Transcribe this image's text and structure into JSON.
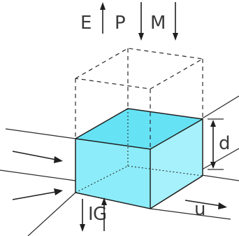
{
  "labels": {
    "evaporation": "E",
    "precipitation": "P",
    "melt": "M",
    "depth": "d",
    "infiltration": "I",
    "groundwater": "G",
    "velocity": "u"
  },
  "colors": {
    "water_top": "#66e2f5",
    "water_side_left": "#8cecf9",
    "water_side_right": "#a6f1fb",
    "lines": "#2b2b2b"
  }
}
